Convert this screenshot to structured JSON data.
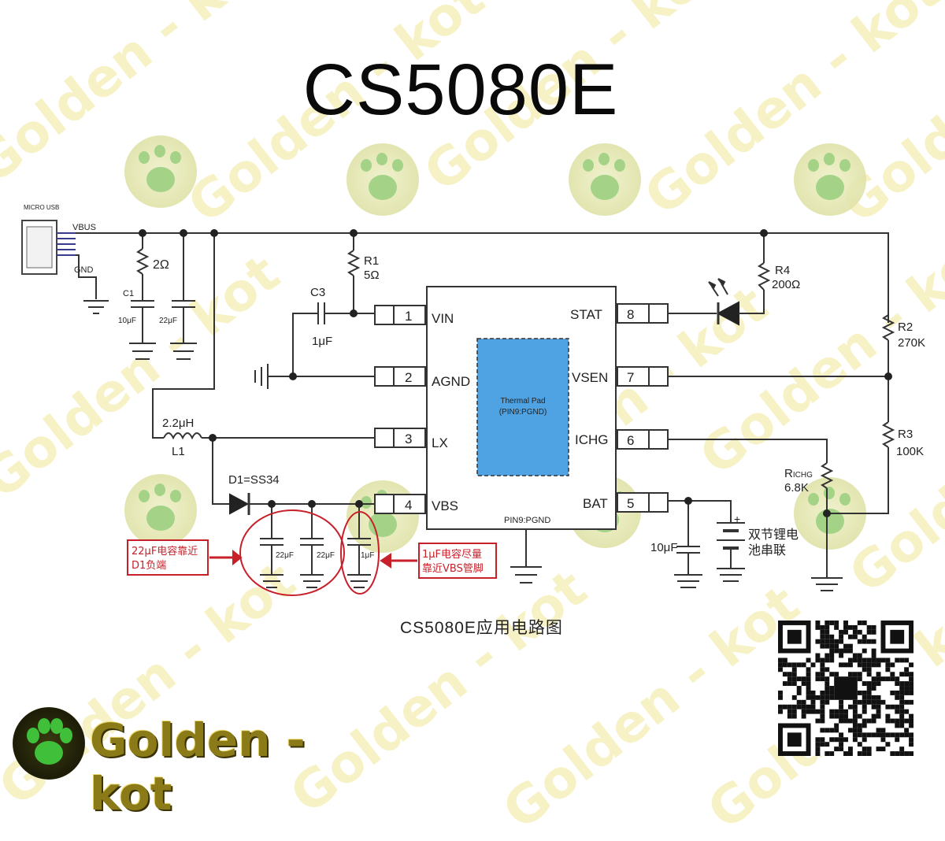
{
  "title": "CS5080E",
  "caption": "CS5080E应用电路图",
  "brand": {
    "name": "Golden - kot"
  },
  "watermark_text": "Golden - kot",
  "connector": {
    "label": "MICRO USB",
    "vbus": "VBUS",
    "gnd": "GND"
  },
  "components": {
    "r_in": "2Ω",
    "c1_ref": "C1",
    "c1_val": "10μF",
    "c_in2_val": "22μF",
    "r1_ref": "R1",
    "r1_val": "5Ω",
    "c3_ref": "C3",
    "c3_val": "1μF",
    "r4_ref": "R4",
    "r4_val": "200Ω",
    "r2_ref": "R2",
    "r2_val": "270K",
    "r3_ref": "R3",
    "r3_val": "100K",
    "rchg_ref_main": "R",
    "rchg_ref_sub": "ICHG",
    "rchg_val": "6.8K",
    "l1_val": "2.2μH",
    "l1_ref": "L1",
    "d1": "D1=SS34",
    "c_vbs1": "22μF",
    "c_vbs2": "22μF",
    "c_vbs3": "1μF",
    "c_bat": "10μF",
    "battery": "双节锂电\n池串联",
    "battery_line1": "双节锂电",
    "battery_line2": "池串联",
    "battery_plus": "+"
  },
  "ic": {
    "thermal_pad_line1": "Thermal Pad",
    "thermal_pad_line2": "(PIN9:PGND)",
    "pin9_label": "PIN9:PGND",
    "thermal_color": "#4fa3e3",
    "left_pins": [
      {
        "num": "1",
        "name": "VIN"
      },
      {
        "num": "2",
        "name": "AGND"
      },
      {
        "num": "3",
        "name": "LX"
      },
      {
        "num": "4",
        "name": "VBS"
      }
    ],
    "right_pins": [
      {
        "num": "8",
        "name": "STAT"
      },
      {
        "num": "7",
        "name": "VSEN"
      },
      {
        "num": "6",
        "name": "ICHG"
      },
      {
        "num": "5",
        "name": "BAT"
      }
    ]
  },
  "notes": {
    "left_line1": "22μF电容靠近",
    "left_line2": "D1负端",
    "right_line1": "1μF电容尽量",
    "right_line2": "靠近VBS管脚",
    "color": "#c8202a"
  },
  "icons": [
    "led-icon",
    "qr-code-icon",
    "paw-logo-icon",
    "ground-icon"
  ]
}
